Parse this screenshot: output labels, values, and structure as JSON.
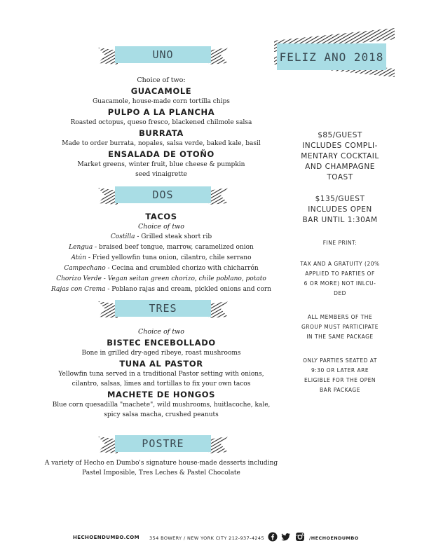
{
  "header": {
    "title": "FELIZ ANO 2018"
  },
  "sections": {
    "uno": {
      "title": "UNO",
      "intro": "Choice of two:",
      "items": [
        {
          "name": "GUACAMOLE",
          "desc": [
            "Guacamole,  house-made corn tortilla chips"
          ]
        },
        {
          "name": "PULPO A LA PLANCHA",
          "desc": [
            "Roasted octopus, queso fresco, blackened chilmole salsa"
          ]
        },
        {
          "name": "BURRATA",
          "desc": [
            "Made to order burrata, nopales,  salsa verde,  baked kale, basil"
          ]
        },
        {
          "name": "ENSALADA DE OTOÑO",
          "desc": [
            "Market greens, winter fruit,  blue cheese & pumpkin",
            "seed vinaigrette"
          ]
        }
      ]
    },
    "dos": {
      "title": "DOS",
      "heading": "TACOS",
      "intro": "Choice of two",
      "items": [
        {
          "name": "Costilla",
          "desc": " - Grilled steak short rib"
        },
        {
          "name": "Lengua",
          "desc": " - braised beef tongue, marrow, caramelized onion"
        },
        {
          "name": "Atún",
          "desc": "  - Fried yellowfin tuna onion, cilantro, chile serrano"
        },
        {
          "name": "Campechano",
          "desc": " - Cecina and crumbled chorizo with chicharrón"
        },
        {
          "name": "Chorizo Verde - Vegan seitan green chorizo, chile poblano, potato",
          "desc": ""
        },
        {
          "name": "Rajas con Crema",
          "desc": " - Poblano rajas and cream, pickled onions and corn"
        }
      ]
    },
    "tres": {
      "title": "TRES",
      "intro": "Choice of two",
      "items": [
        {
          "name": "BISTEC ENCEBOLLADO",
          "desc": [
            "Bone in grilled dry-aged ribeye, roast mushrooms"
          ]
        },
        {
          "name": "TUNA AL PASTOR",
          "desc": [
            "Yellowfin tuna served in a traditional Pastor setting  with onions,",
            "cilantro, salsas, limes and tortillas to fix your own tacos"
          ]
        },
        {
          "name": "MACHETE DE HONGOS",
          "desc": [
            "Blue corn quesadilla \"machete\", wild mushrooms, huitlacoche, kale,",
            "spicy salsa macha, crushed peanuts"
          ]
        }
      ]
    },
    "postre": {
      "title": "POSTRE",
      "desc": [
        "A variety of Hecho en Dumbo's signature house-made desserts including",
        "Pastel Imposible, Tres Leches & Pastel Chocolate"
      ]
    }
  },
  "pricing": {
    "package1": [
      "$85/GUEST",
      "INCLUDES COMPLI-",
      "MENTARY COCKTAIL",
      "AND CHAMPAGNE",
      "TOAST"
    ],
    "package2": [
      "$135/GUEST",
      "INCLUDES OPEN",
      "BAR UNTIL 1:30AM"
    ],
    "fine_print_label": "FINE  PRINT:",
    "fine_print_1": [
      "TAX AND A GRATUITY (20%",
      "APPLIED TO PARTIES OF",
      "6 OR MORE) NOT INLCU-",
      "DED"
    ],
    "fine_print_2": [
      "ALL MEMBERS OF THE",
      "GROUP MUST PARTICIPATE",
      "IN THE SAME PACKAGE"
    ],
    "fine_print_3": [
      "ONLY PARTIES SEATED AT",
      "9:30 OR LATER ARE",
      "ELIGIBLE FOR THE OPEN",
      "BAR PACKAGE"
    ]
  },
  "footer": {
    "website": "HECHOENDUMBO.COM",
    "address": "354 BOWERY / NEW YORK CITY 212-937-4245",
    "handle": "/HECHOENDUMBO",
    "icons": [
      "facebook-icon",
      "twitter-icon",
      "instagram-icon"
    ]
  },
  "colors": {
    "banner": "#a9dde5",
    "ribbon_ink": "#2b2b2b",
    "banner_text": "#3a4a52"
  }
}
